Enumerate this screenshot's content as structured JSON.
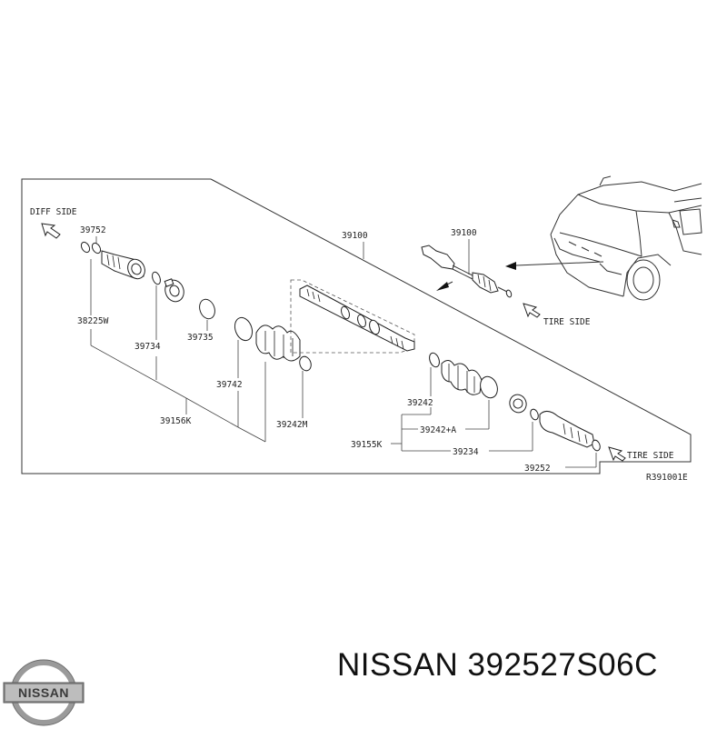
{
  "labels": {
    "diff_side": "DIFF SIDE",
    "tire_side": "TIRE SIDE",
    "tire_side_2": "TIRE SIDE",
    "ref_code": "R391001E"
  },
  "parts": {
    "p39752": "39752",
    "p38225w": "38225W",
    "p39734": "39734",
    "p39735": "39735",
    "p39742": "39742",
    "p39156k": "39156K",
    "p39242m": "39242M",
    "p39100_main": "39100",
    "p39100_small": "39100",
    "p39242": "39242",
    "p39242a": "39242+A",
    "p39155k": "39155K",
    "p39234": "39234",
    "p39252": "39252"
  },
  "logo": {
    "brand": "NISSAN"
  },
  "caption": {
    "text": "NISSAN 392527S06C"
  }
}
